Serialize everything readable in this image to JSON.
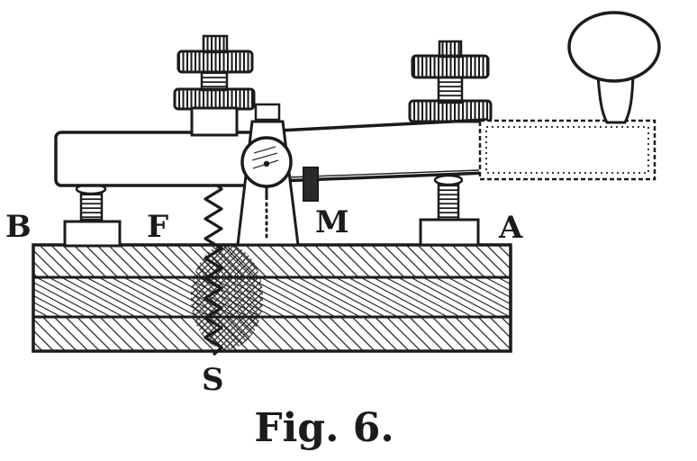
{
  "figure": {
    "caption": "Fig. 6.",
    "labels": {
      "b": "B",
      "f": "F",
      "m": "M",
      "a": "A",
      "s": "S"
    }
  },
  "colors": {
    "ink": "#1b1b1b",
    "paper": "#ffffff"
  }
}
